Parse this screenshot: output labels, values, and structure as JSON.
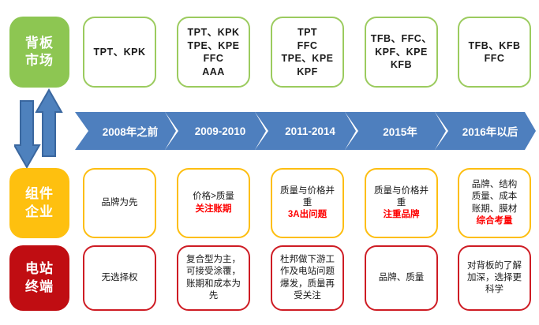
{
  "colors": {
    "timeline_arrow": "#4E7FBE",
    "timeline_text": "#FFFFFF",
    "updown_arrow_fill": "#4E81BD",
    "updown_arrow_stroke": "#3A679F",
    "red_text": "#FE0000",
    "body_text": "#1A1A1A",
    "background": "#FFFFFF"
  },
  "timeline": {
    "periods": [
      "2008年之前",
      "2009-2010",
      "2011-2014",
      "2015年",
      "2016年以后"
    ]
  },
  "exchange_arrows": {
    "description": "up-down-double-arrow"
  },
  "rows": [
    {
      "id": "backplane-market",
      "label_lines": [
        "背板",
        "市场"
      ],
      "fill": "#8DC652",
      "border": "#9BCB5E",
      "cells": [
        {
          "lines": [
            "TPT、KPK"
          ],
          "red_lines": []
        },
        {
          "lines": [
            "TPT、KPK",
            "TPE、KPE",
            "FFC",
            "AAA"
          ],
          "red_lines": []
        },
        {
          "lines": [
            "TPT",
            "FFC",
            "TPE、KPE",
            "KPF"
          ],
          "red_lines": []
        },
        {
          "lines": [
            "TFB、FFC、",
            "KPF、KPE",
            "KFB"
          ],
          "red_lines": []
        },
        {
          "lines": [
            "TFB、KFB",
            "FFC"
          ],
          "red_lines": []
        }
      ]
    },
    {
      "id": "component-companies",
      "label_lines": [
        "组件",
        "企业"
      ],
      "fill": "#FEC00F",
      "border": "#FDBE10",
      "cells": [
        {
          "lines": [
            "品牌为先"
          ],
          "red_lines": []
        },
        {
          "lines": [
            "价格>质量"
          ],
          "red_lines": [
            "关注账期"
          ]
        },
        {
          "lines": [
            "质量与价格并",
            "重"
          ],
          "red_lines": [
            "3A出问题"
          ]
        },
        {
          "lines": [
            "质量与价格并",
            "重"
          ],
          "red_lines": [
            "注重品牌"
          ]
        },
        {
          "lines": [
            "品牌、结构",
            "质量、成本",
            "账期、膜材"
          ],
          "red_lines": [
            "综合考量"
          ]
        }
      ]
    },
    {
      "id": "power-station-terminal",
      "label_lines": [
        "电站",
        "终端"
      ],
      "fill": "#C00D12",
      "border": "#CE1C24",
      "cells": [
        {
          "lines": [
            "无选择权"
          ],
          "red_lines": []
        },
        {
          "lines": [
            "复合型为主，",
            "可接受涂覆，",
            "账期和成本为",
            "先"
          ],
          "red_lines": []
        },
        {
          "lines": [
            "杜邦做下游工",
            "作及电站问题",
            "爆发，质量再",
            "受关注"
          ],
          "red_lines": []
        },
        {
          "lines": [
            "品牌、质量"
          ],
          "red_lines": []
        },
        {
          "lines": [
            "对背板的了解",
            "加深，选择更",
            "科学"
          ],
          "red_lines": []
        }
      ]
    }
  ]
}
